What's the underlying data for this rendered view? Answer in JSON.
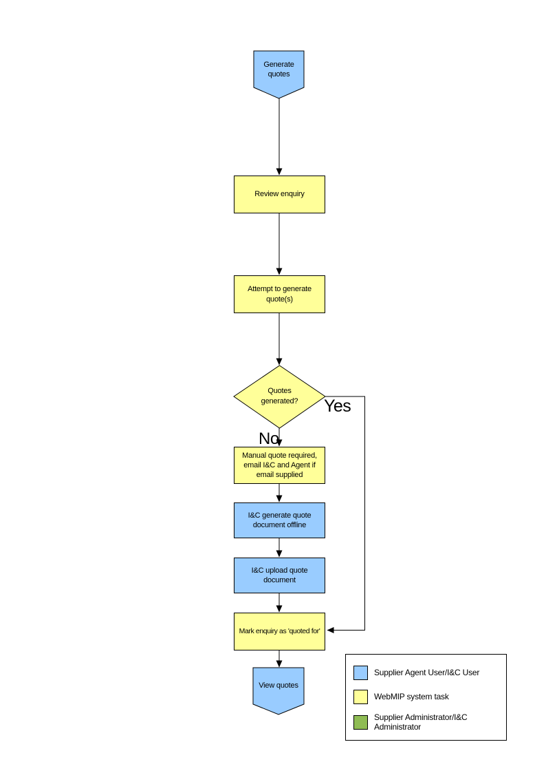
{
  "colors": {
    "blue": "#99CCFF",
    "yellow": "#FFFF99",
    "green": "#8FBC54",
    "outline": "#000000"
  },
  "flow": {
    "start_label": "Generate quotes",
    "review_label": "Review enquiry",
    "attempt_label": "Attempt to generate quote(s)",
    "decision_label": "Quotes generated?",
    "yes_label": "Yes",
    "no_label": "No",
    "manual_label": "Manual quote required, email I&C and Agent if email supplied",
    "generate_offline_label": "I&C generate quote document offline",
    "upload_label": "I&C upload quote document",
    "mark_label": "Mark enquiry as 'quoted for'",
    "end_label": "View quotes"
  },
  "legend": {
    "items": [
      {
        "swatch_color": "#99CCFF",
        "label": "Supplier Agent User/I&C User"
      },
      {
        "swatch_color": "#FFFF99",
        "label": "WebMIP system task"
      },
      {
        "swatch_color": "#8FBC54",
        "label": "Supplier Administrator/I&C Administrator"
      }
    ]
  }
}
